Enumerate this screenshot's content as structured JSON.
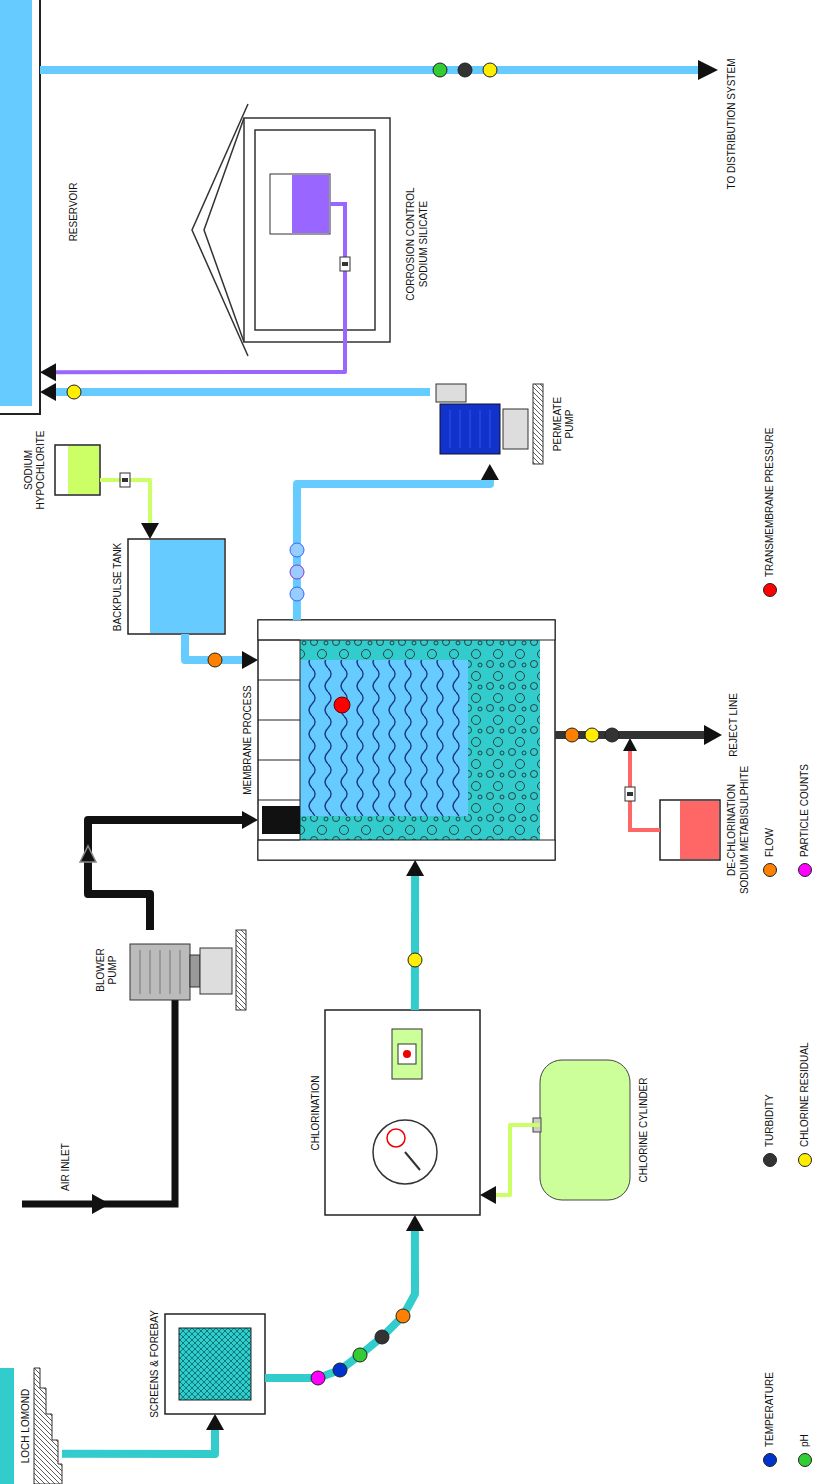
{
  "diagram": {
    "nodes": [
      {
        "text": [
          "LOCH LOMOND"
        ]
      },
      {
        "text": [
          "SCREENS & FOREBAY"
        ]
      },
      {
        "text": [
          "BLOWER PUMP"
        ]
      },
      {
        "text": [
          "CHLORINATION"
        ]
      },
      {
        "text": [
          "CHLORINE CYLINDER"
        ]
      },
      {
        "text": [
          "MEMBRANE PROCESS"
        ]
      },
      {
        "text": [
          "BACKPULSE TANK"
        ]
      },
      {
        "text": [
          "SODIUM HYPOCHLORITE"
        ]
      },
      {
        "text": [
          "PERMEATE PUMP"
        ]
      },
      {
        "text": [
          "DE-CHLORINATION",
          "SODIUM METABISULPHITE"
        ]
      },
      {
        "text": [
          "RESERVOIR"
        ]
      },
      {
        "text": [
          "CORROSION CONTROL",
          "SODIUM SILICATE"
        ]
      }
    ],
    "edges": [
      {
        "from": 0,
        "to": 1,
        "arrow": "to"
      },
      {
        "from": 1,
        "to": 3,
        "arrow": "to"
      },
      {
        "from": 2,
        "to": 5,
        "arrow": "to"
      },
      {
        "from": 4,
        "to": 3,
        "arrow": "to"
      },
      {
        "from": 3,
        "to": 5,
        "arrow": "to"
      },
      {
        "from": 7,
        "to": 6,
        "arrow": "to"
      },
      {
        "from": 6,
        "to": 5,
        "arrow": "to"
      },
      {
        "from": 5,
        "to": 8,
        "arrow": "to"
      },
      {
        "from": 8,
        "to": 10,
        "arrow": "to"
      },
      {
        "from": 11,
        "to": 10,
        "arrow": "to"
      }
    ],
    "labels": [
      "AIR INLET",
      "REJECT LINE",
      "TO DISTRIBUTION SYSTEM"
    ],
    "legend": [
      {
        "text": "TEMPERATURE",
        "color": "#0033cc"
      },
      {
        "text": "pH",
        "color": "#33cc33"
      },
      {
        "text": "TURBIDITY",
        "color": "#333333"
      },
      {
        "text": "CHLORINE RESIDUAL",
        "color": "#ffee00"
      },
      {
        "text": "FLOW",
        "color": "#ff8000"
      },
      {
        "text": "PARTICLE COUNTS",
        "color": "#ff00ff"
      },
      {
        "text": "TRANSMEMBRANE PRESSURE",
        "color": "#ff0000"
      }
    ]
  }
}
